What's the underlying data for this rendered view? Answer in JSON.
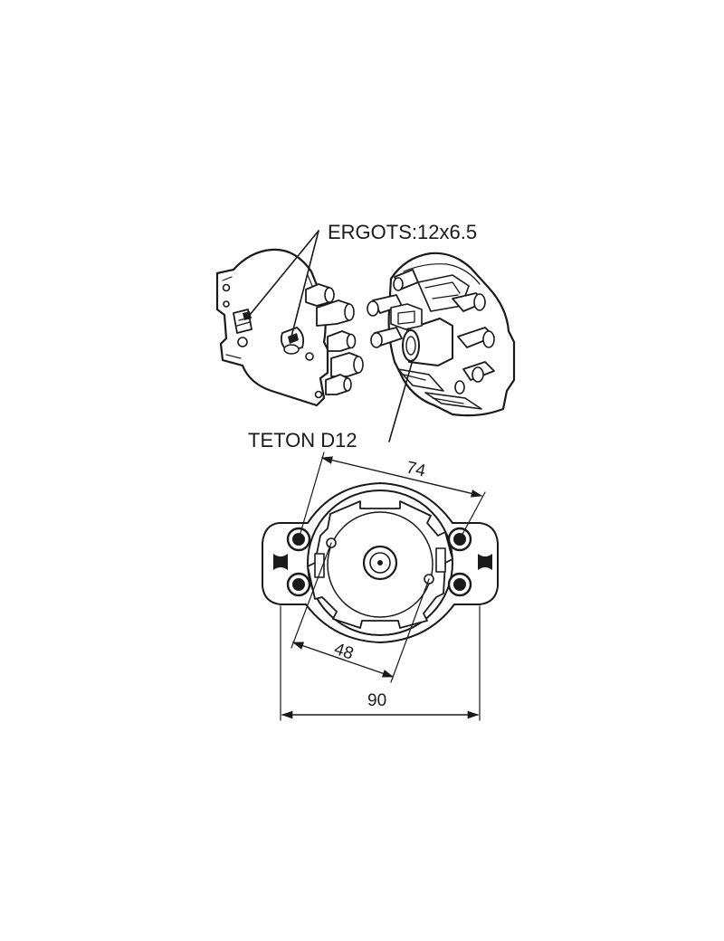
{
  "callouts": {
    "ergots": "ERGOTS:12x6.5",
    "teton": "TETON D12"
  },
  "dimensions": {
    "d74": "74",
    "d48": "48",
    "d90": "90"
  },
  "colors": {
    "line": "#1a1a1a",
    "background": "#ffffff"
  }
}
